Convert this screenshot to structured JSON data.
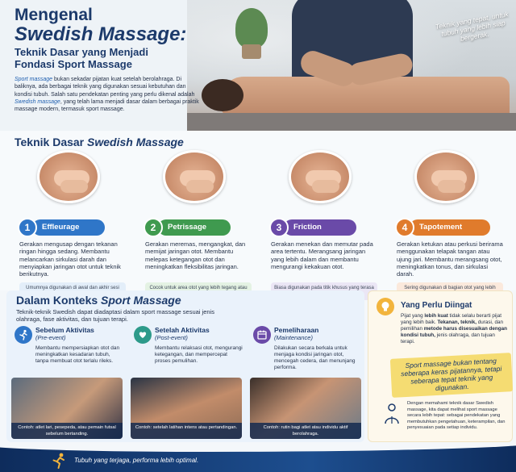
{
  "hero": {
    "title_line1": "Mengenal",
    "title_line2": "Swedish Massage:",
    "subtitle_line1": "Teknik Dasar yang Menjadi",
    "subtitle_line2": "Fondasi Sport Massage",
    "intro_em1": "Sport massage",
    "intro_p1": " bukan sekadar pijatan kuat setelah berolahraga. Di baliknya, ada berbagai teknik yang digunakan sesuai kebutuhan dan kondisi tubuh. Salah satu pendekatan penting yang perlu dikenal adalah ",
    "intro_em2": "Swedish massage",
    "intro_p2": ", yang telah lama menjadi dasar dalam berbagai praktik massage modern, termasuk sport massage.",
    "quote": "Teknik yang tepat, untuk tubuh yang lebih siap bergerak."
  },
  "techniques": {
    "title_prefix": "Teknik Dasar ",
    "title_em": "Swedish Massage",
    "items": [
      {
        "num": "1",
        "name": "Effleurage",
        "desc": "Gerakan mengusap dengan tekanan ringan hingga sedang. Membantu melancarkan sirkulasi darah dan menyiapkan jaringan otot untuk teknik berikutnya.",
        "note": "Umumnya digunakan di awal dan akhir sesi massage.",
        "color": "#2f76c8",
        "note_bg": "#e3eef9"
      },
      {
        "num": "2",
        "name": "Petrissage",
        "desc": "Gerakan meremas, mengangkat, dan memijat jaringan otot. Membantu melepas ketegangan otot dan meningkatkan fleksibilitas jaringan.",
        "note": "Cocok untuk area otot yang lebih tegang atau kaku.",
        "color": "#3f9a4f",
        "note_bg": "#e4f2e3"
      },
      {
        "num": "3",
        "name": "Friction",
        "desc": "Gerakan menekan dan memutar pada area tertentu. Merangsang jaringan yang lebih dalam dan membantu mengurangi kekakuan otot.",
        "note": "Biasa digunakan pada titik khusus yang terasa tegang.",
        "color": "#6a4aa8",
        "note_bg": "#ebe6f5"
      },
      {
        "num": "4",
        "name": "Tapotement",
        "desc": "Gerakan ketukan atau perkusi berirama menggunakan telapak tangan atau ujung jari. Membantu merangsang otot, meningkatkan tonus, dan sirkulasi darah.",
        "note": "Sering digunakan di bagian otot yang lebih besar.",
        "color": "#e07b2c",
        "note_bg": "#fbe9dc"
      }
    ]
  },
  "context": {
    "title_prefix": "Dalam Konteks ",
    "title_em": "Sport Massage",
    "intro": "Teknik-teknik Swedish dapat diadaptasi dalam sport massage sesuai jenis olahraga, fase aktivitas, dan tujuan terapi.",
    "items": [
      {
        "title": "Sebelum Aktivitas",
        "sub": "(Pre-event)",
        "desc": "Membantu mempersiapkan otot dan meningkatkan kesadaran tubuh, tanpa membuat otot terlalu rileks.",
        "caption": "Contoh: atlet lari, pesepeda, atau pemain futsal sebelum bertanding.",
        "icon": "runner-icon",
        "color": "#2f76c8"
      },
      {
        "title": "Setelah Aktivitas",
        "sub": "(Post-event)",
        "desc": "Membantu relaksasi otot, mengurangi ketegangan, dan mempercepat proses pemulihan.",
        "caption": "Contoh: setelah latihan intens atau pertandingan.",
        "icon": "heart-hands-icon",
        "color": "#2d9a8a"
      },
      {
        "title": "Pemeliharaan",
        "sub": "(Maintenance)",
        "desc": "Dilakukan secara berkala untuk menjaga kondisi jaringan otot, mencegah cedera, dan menunjang performa.",
        "caption": "Contoh: rutin bagi atlet atau individu aktif berolahraga.",
        "icon": "calendar-icon",
        "color": "#6a4aa8"
      }
    ]
  },
  "aside": {
    "title": "Yang Perlu Diingat",
    "p1_a": "Pijat yang ",
    "p1_b": "lebih kuat",
    "p1_c": " tidak selalu berarti pijat yang lebih baik. ",
    "p1_d": "Tekanan, teknik,",
    "p1_e": " durasi, dan pemilihan ",
    "p1_f": "metode harus disesuaikan dengan kondisi tubuh,",
    "p1_g": " jenis olahraga, dan tujuan terapi.",
    "highlight": "Sport massage bukan tentang seberapa keras pijatannya, tetapi seberapa tepat teknik yang digunakan.",
    "bottom": "Dengan memahami teknik dasar Swedish massage, kita dapat melihat sport massage secara lebih tepat: sebagai pendekatan yang membutuhkan pengetahuan, keterampilan, dan penyesuaian pada setiap individu."
  },
  "footer": {
    "text": "Tubuh yang terjaga, performa lebih optimal."
  }
}
